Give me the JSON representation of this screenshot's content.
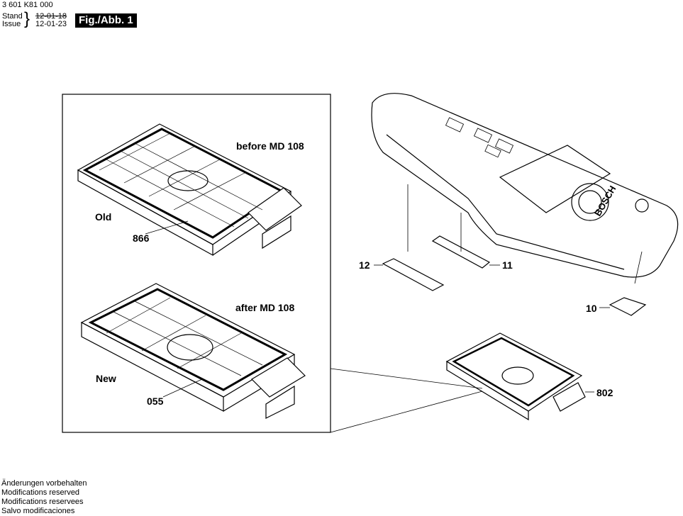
{
  "header": {
    "part_number": "3 601 K81 000",
    "stand_label": "Stand",
    "issue_label": "Issue",
    "stand_date": "12-01-18",
    "issue_date": "12-01-23",
    "figure_label": "Fig./Abb. 1"
  },
  "inset": {
    "before_label": "before MD 108",
    "old_label": "Old",
    "old_part": "866",
    "after_label": "after MD 108",
    "new_label": "New",
    "new_part": "055"
  },
  "parts": {
    "p12": "12",
    "p11": "11",
    "p10": "10",
    "p802": "802"
  },
  "device": {
    "brand": "BOSCH"
  },
  "footer": [
    "Änderungen vorbehalten",
    "Modifications reserved",
    "Modifications reservees",
    "Salvo modificaciones"
  ]
}
